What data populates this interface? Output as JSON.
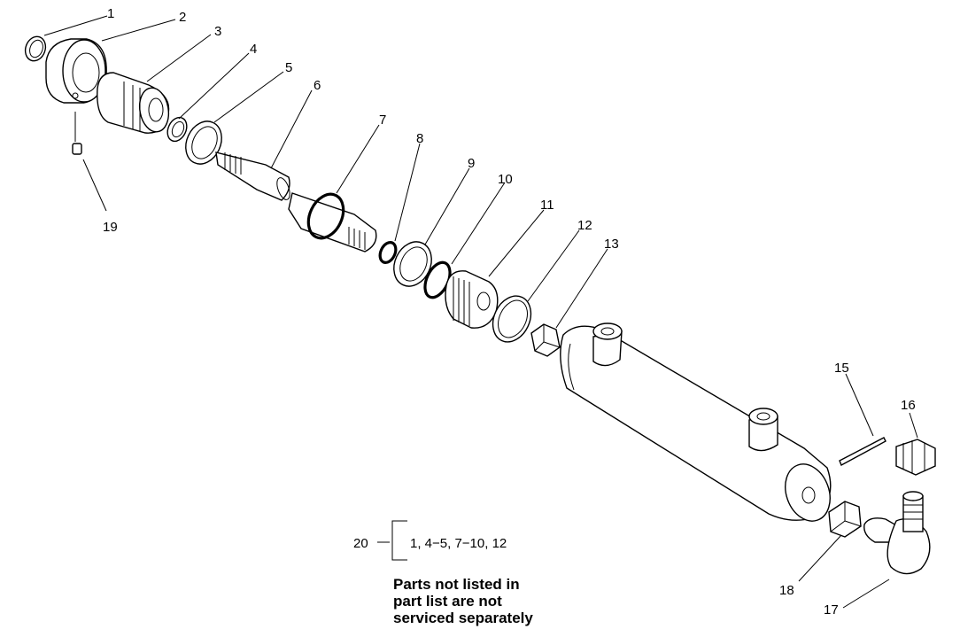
{
  "callouts": [
    "1",
    "2",
    "3",
    "4",
    "5",
    "6",
    "7",
    "8",
    "9",
    "10",
    "11",
    "12",
    "13",
    "15",
    "16",
    "17",
    "18",
    "19"
  ],
  "kit": {
    "number": "20",
    "contents": "1, 4−5, 7−10, 12"
  },
  "note": {
    "lines": [
      "Parts not listed in",
      "part list are not",
      "serviced separately"
    ]
  }
}
